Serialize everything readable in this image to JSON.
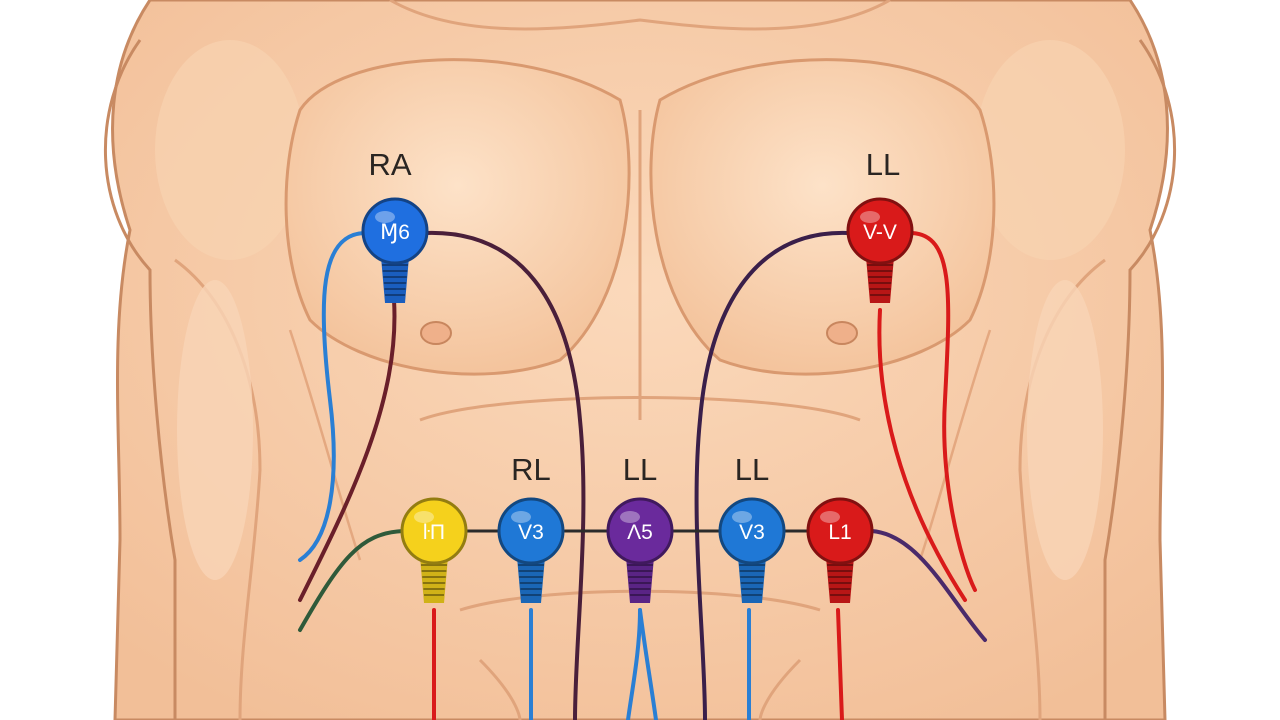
{
  "labels": {
    "upper_left": "RA",
    "upper_right": "LL",
    "lower_1": "RL",
    "lower_2": "LL",
    "lower_3": "LL"
  },
  "electrodes": [
    {
      "text": "RA",
      "code": "Ɱ6",
      "color": "#1f6fe0",
      "name": "electrode-ra"
    },
    {
      "text": "LL",
      "code": "V-V",
      "color": "#d91a1a",
      "name": "electrode-ll-upper"
    },
    {
      "text": "",
      "code": "ŀΠ",
      "color": "#f5d11c",
      "name": "electrode-yellow"
    },
    {
      "text": "RL",
      "code": "V3",
      "color": "#1f78d6",
      "name": "electrode-rl"
    },
    {
      "text": "LL",
      "code": "Ʌ5",
      "color": "#6a2a9c",
      "name": "electrode-v5"
    },
    {
      "text": "LL",
      "code": "V3",
      "color": "#1f78d6",
      "name": "electrode-v3"
    },
    {
      "text": "",
      "code": "L1",
      "color": "#d91a1a",
      "name": "electrode-l1"
    }
  ],
  "colors": {
    "skin": "#f6c9a4",
    "skin_shade": "#e9a97e",
    "outline": "#c88a62",
    "wire_blue": "#2a7fd4",
    "wire_red": "#d91a1a",
    "wire_purple": "#4a2a6a",
    "wire_maroon": "#6a1f2a",
    "wire_green": "#2f5a3a"
  }
}
